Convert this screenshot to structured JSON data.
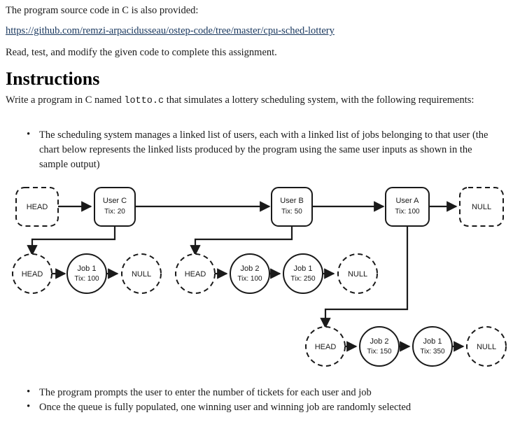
{
  "document": {
    "intro_paragraph": "The program source code in C is also provided:",
    "source_link": "https://github.com/remzi-arpacidusseau/ostep-code/tree/master/cpu-sched-lottery",
    "read_paragraph": "Read, test, and modify the given code to complete this assignment.",
    "heading": "Instructions",
    "write_paragraph_before_code": "Write a program in C named ",
    "write_paragraph_code": "lotto.c",
    "write_paragraph_after_code": " that simulates a lottery scheduling system, with the following requirements:",
    "bullets_top": [
      "The scheduling system manages a linked list of users, each with a linked list of jobs belonging to that user (the chart below represents the linked lists produced by the program using the same user inputs as shown in the sample output)"
    ],
    "bullets_bottom": [
      "The program prompts the user to enter the number of tickets for each user and job",
      "Once the queue is fully populated, one winning user and winning job are randomly selected"
    ]
  },
  "chart_data": {
    "type": "diagram",
    "title": "Linked list of users with per-user linked lists of jobs",
    "colors": {
      "stroke": "#1a1a1a",
      "fill": "#ffffff",
      "text": "#1a1a1a"
    },
    "user_list": {
      "head_label": "HEAD",
      "null_label": "NULL",
      "nodes": [
        {
          "name": "User C",
          "tickets_label": "Tix: 20",
          "tickets": 20
        },
        {
          "name": "User B",
          "tickets_label": "Tix: 50",
          "tickets": 50
        },
        {
          "name": "User A",
          "tickets_label": "Tix: 100",
          "tickets": 100
        }
      ]
    },
    "job_lists": [
      {
        "owner": "User C",
        "head_label": "HEAD",
        "null_label": "NULL",
        "jobs": [
          {
            "name": "Job 1",
            "tickets_label": "Tix: 100",
            "tickets": 100
          }
        ]
      },
      {
        "owner": "User B",
        "head_label": "HEAD",
        "null_label": "NULL",
        "jobs": [
          {
            "name": "Job 2",
            "tickets_label": "Tix: 100",
            "tickets": 100
          },
          {
            "name": "Job 1",
            "tickets_label": "Tix: 250",
            "tickets": 250
          }
        ]
      },
      {
        "owner": "User A",
        "head_label": "HEAD",
        "null_label": "NULL",
        "jobs": [
          {
            "name": "Job 2",
            "tickets_label": "Tix: 150",
            "tickets": 150
          },
          {
            "name": "Job 1",
            "tickets_label": "Tix: 350",
            "tickets": 350
          }
        ]
      }
    ]
  }
}
